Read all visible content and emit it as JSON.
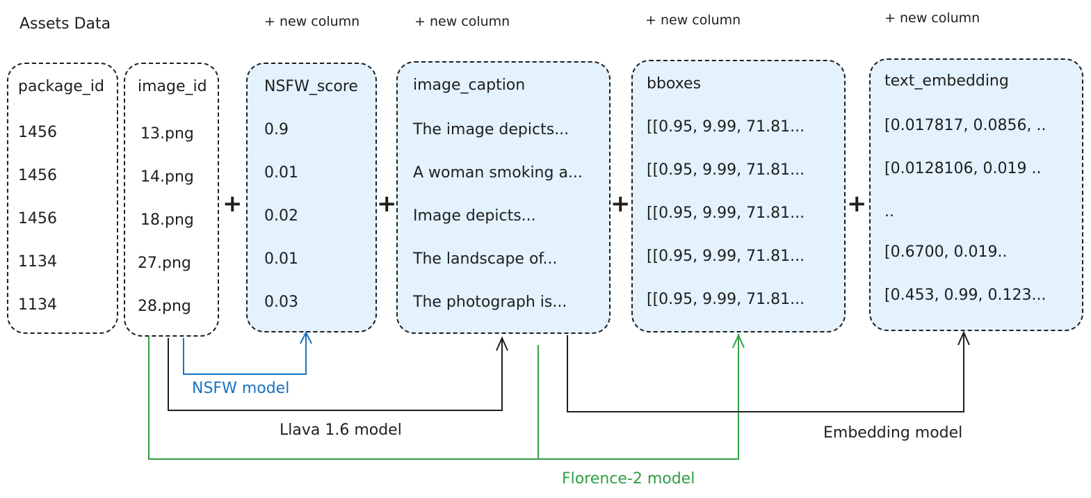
{
  "title": "Assets Data",
  "new_column_label": "+ new column",
  "plus_sign": "+",
  "columns": [
    {
      "header": "package_id",
      "values": [
        "1456",
        "1456",
        "1456",
        "1134",
        "1134"
      ]
    },
    {
      "header": "image_id",
      "values": [
        "13.png",
        "14.png",
        "18.png",
        "27.png",
        "28.png"
      ]
    },
    {
      "header": "NSFW_score",
      "values": [
        "0.9",
        "0.01",
        "0.02",
        "0.01",
        "0.03"
      ]
    },
    {
      "header": "image_caption",
      "values": [
        "The image depicts...",
        "A woman smoking a...",
        "Image depicts...",
        "The landscape of...",
        "The photograph is..."
      ]
    },
    {
      "header": "bboxes",
      "values": [
        "[[0.95, 9.99, 71.81...",
        "[[0.95, 9.99, 71.81...",
        "[[0.95, 9.99, 71.81...",
        "[[0.95, 9.99, 71.81...",
        "[[0.95, 9.99, 71.81..."
      ]
    },
    {
      "header": "text_embedding",
      "values": [
        "[0.017817, 0.0856, ..",
        "[0.0128106, 0.019 ..",
        "..",
        "[0.6700, 0.019..",
        "[0.453, 0.99, 0.123..."
      ]
    }
  ],
  "models": {
    "nsfw": "NSFW model",
    "llava": "Llava 1.6 model",
    "florence": "Florence-2 model",
    "embedding": "Embedding model"
  },
  "colors": {
    "new_column_fill": "#e3f2fd",
    "stroke": "#1e1e1e",
    "nsfw_blue": "#1971c2",
    "florence_green": "#2f9e44"
  }
}
